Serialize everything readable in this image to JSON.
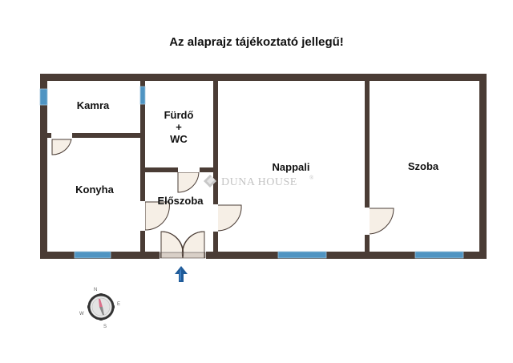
{
  "header": {
    "title": "Az alaprajz tájékoztató jellegű!"
  },
  "rooms": [
    {
      "id": "kamra",
      "label": "Kamra"
    },
    {
      "id": "furdo",
      "label_line1": "Fürdő",
      "label_line2": "+",
      "label_line3": "WC"
    },
    {
      "id": "konyha",
      "label": "Konyha"
    },
    {
      "id": "eloszoba",
      "label": "Előszoba"
    },
    {
      "id": "nappali",
      "label": "Nappali"
    },
    {
      "id": "szoba",
      "label": "Szoba"
    }
  ],
  "watermark": {
    "text": "DUNA HOUSE",
    "mark": "®"
  },
  "compass": {
    "n": "N",
    "e": "E",
    "s": "S",
    "w": "W"
  },
  "entrance": {
    "icon": "arrow-up-icon"
  },
  "colors": {
    "wall": "#4a3c35",
    "window": "#4f94c2",
    "door_fill": "#f6efe6",
    "door_stroke": "#4a3c35",
    "arrow": "#1f5b99",
    "compass_needle": "#d9708a"
  }
}
